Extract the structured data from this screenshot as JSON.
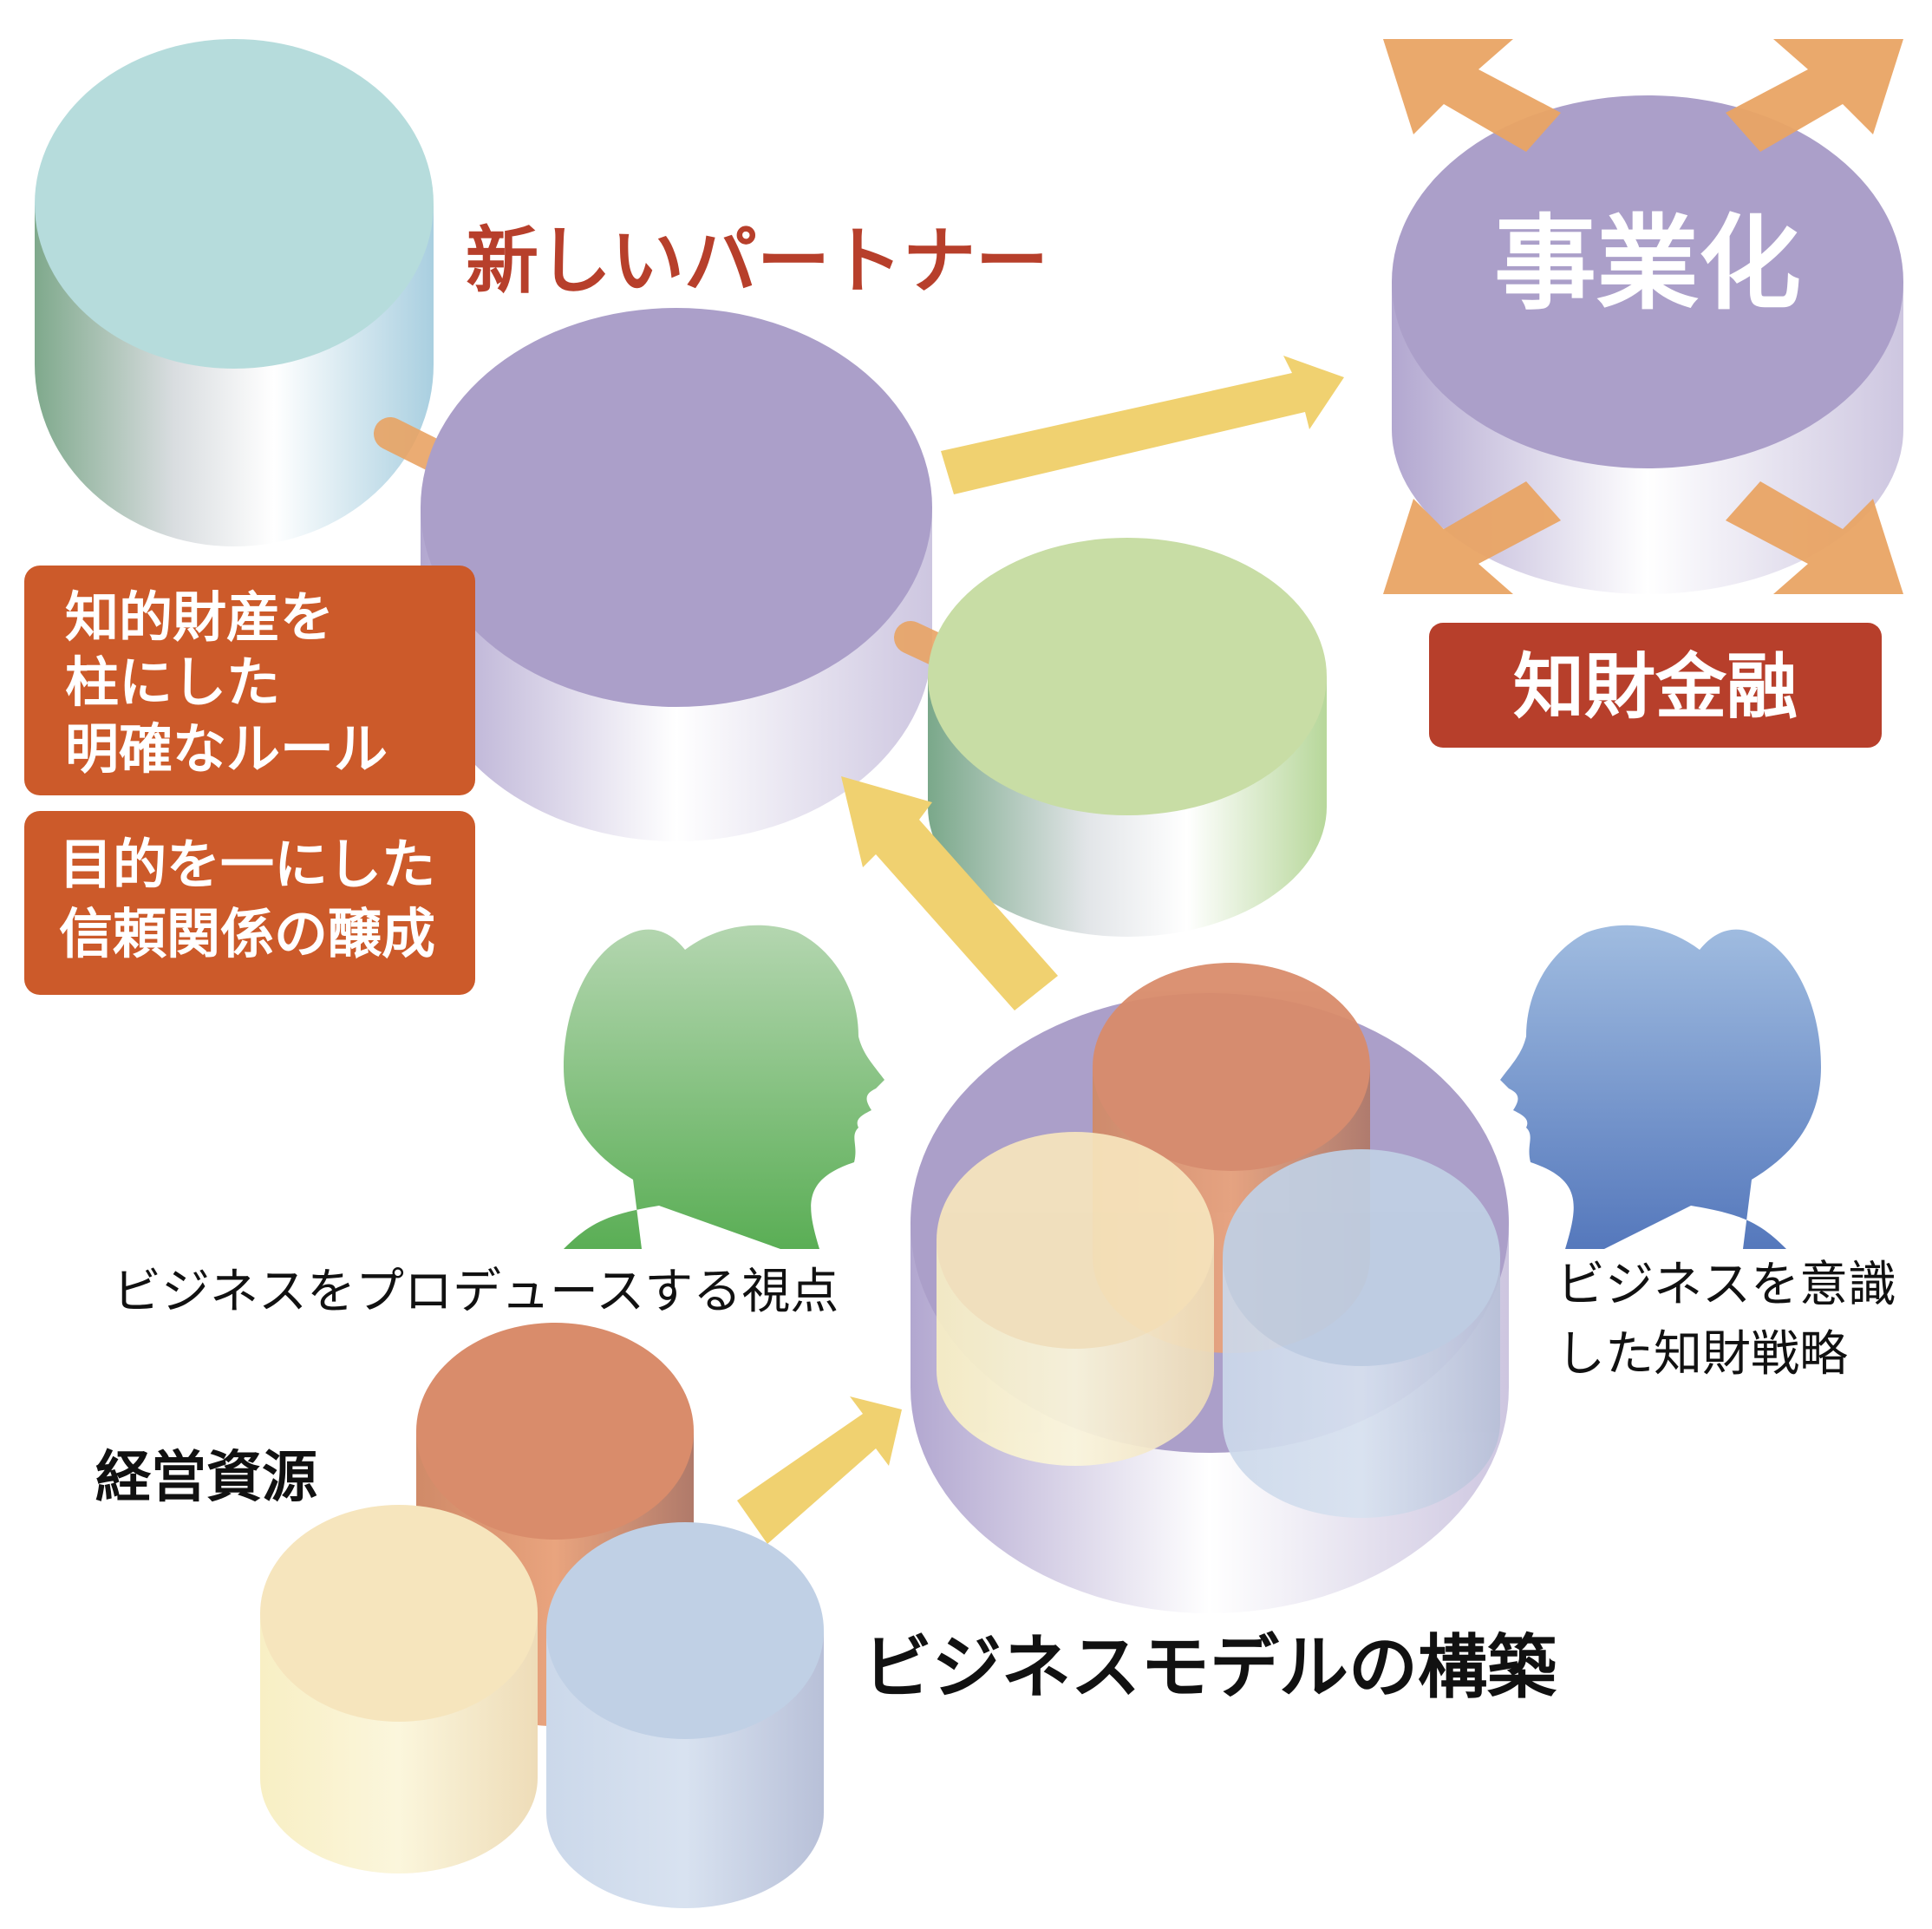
{
  "labels": {
    "new_partner": "新しいパートナー",
    "commercialization": "事業化",
    "ip_finance": "知財金融",
    "clear_rules_line1": "知的財産を",
    "clear_rules_line2": "柱にした",
    "clear_rules_line3": "明確なルール",
    "trust_line1": "目的を一にした",
    "trust_line2": "信頼関係の醸成",
    "produce_viewpoint": "ビジネスをプロデュースする視点",
    "ip_strategy_line1": "ビジネスを意識",
    "ip_strategy_line2": "した知財戦略",
    "management_resources": "経営資源",
    "business_model": "ビジネスモデルの構築"
  },
  "colors": {
    "orange_box": "#cc5a2a",
    "red_box": "#b73f2b",
    "red_text": "#b73f2b",
    "purple": "#ab9fc9",
    "teal": "#b6dcdc",
    "green": "#c8dda5",
    "salmon": "#d98c6b",
    "cream": "#f6e5bd",
    "lightblue": "#c0d0e5",
    "yellow_arrow": "#f0d170",
    "orange_arrow": "#e9a464",
    "green_head": "#78b874",
    "blue_head": "#6d8fcc"
  }
}
